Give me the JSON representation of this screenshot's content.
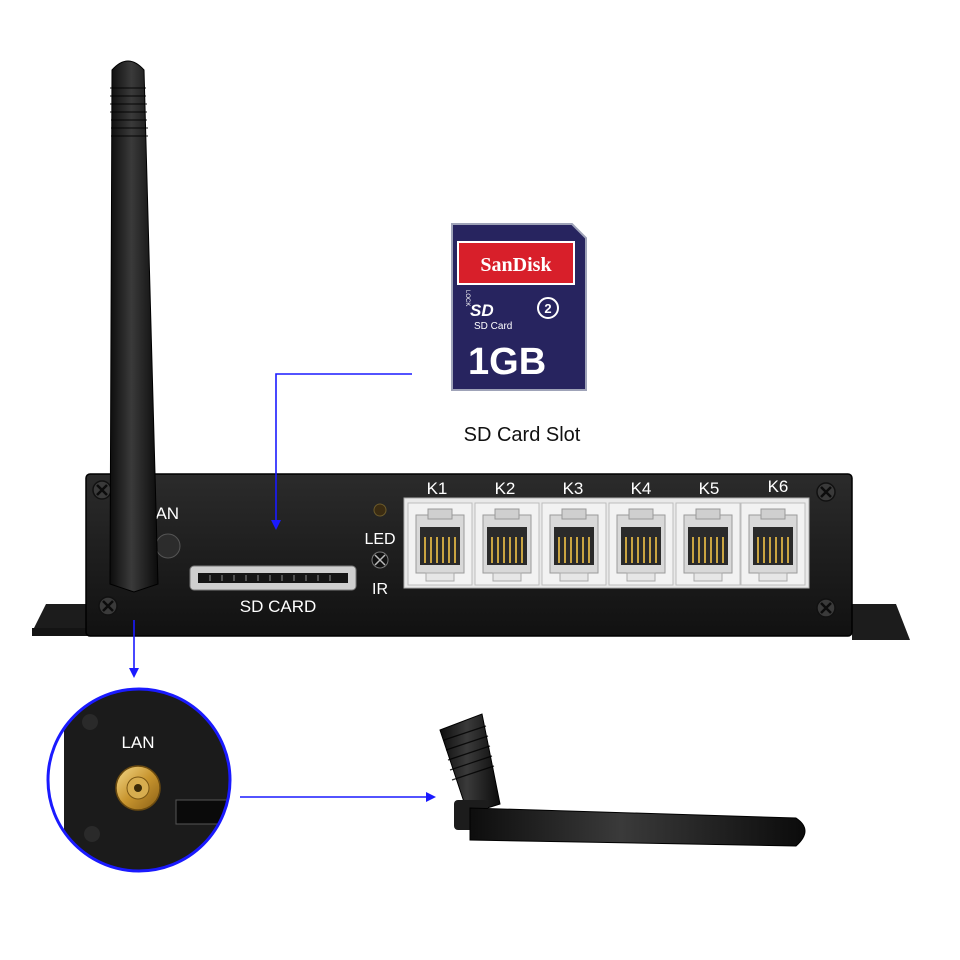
{
  "sd_card": {
    "brand": "SanDisk",
    "logo": "SD",
    "type_label": "SD Card",
    "capacity": "1GB",
    "class_mark": "2",
    "lock_label": "LOCK"
  },
  "caption": "SD Card Slot",
  "device": {
    "lan_label": "LAN",
    "led_label": "LED",
    "ir_label": "IR",
    "sd_slot_label": "SD CARD",
    "ports": [
      "K1",
      "K2",
      "K3",
      "K4",
      "K5",
      "K6"
    ]
  },
  "zoom": {
    "lan_label": "LAN"
  },
  "colors": {
    "arrow": "#1a1aff",
    "device_body": "#1f1f1f",
    "sd_red": "#d81f2a",
    "sd_navy": "#27245f"
  }
}
